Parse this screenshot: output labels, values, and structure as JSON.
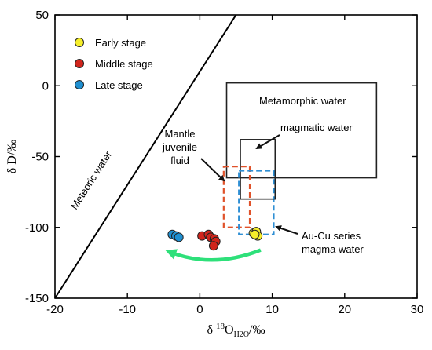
{
  "chart_data": {
    "type": "scatter",
    "xlabel_prefix": "δ ",
    "xlabel_sup": "18",
    "xlabel_main": "O",
    "xlabel_sub": "H2O",
    "xlabel_suffix": "/‰",
    "ylabel": "δ D/‰",
    "xlim": [
      -20,
      30
    ],
    "ylim": [
      -150,
      50
    ],
    "xticks": [
      -20,
      -10,
      0,
      10,
      20,
      30
    ],
    "yticks": [
      50,
      0,
      -50,
      -100,
      -150
    ],
    "legend": {
      "placement": "top-left",
      "entries": [
        {
          "label": "Early stage",
          "color": "#f5ee2a"
        },
        {
          "label": "Middle stage",
          "color": "#d0251c"
        },
        {
          "label": "Late stage",
          "color": "#1f8fd0"
        }
      ]
    },
    "series": [
      {
        "name": "Early stage",
        "color": "#f5ee2a",
        "points": [
          [
            7.4,
            -104
          ],
          [
            7.8,
            -103
          ],
          [
            8.0,
            -106
          ],
          [
            7.6,
            -105
          ]
        ]
      },
      {
        "name": "Middle stage",
        "color": "#d0251c",
        "points": [
          [
            0.3,
            -106
          ],
          [
            1.2,
            -105
          ],
          [
            1.5,
            -107
          ],
          [
            2.0,
            -108
          ],
          [
            2.2,
            -110
          ],
          [
            1.9,
            -113
          ]
        ]
      },
      {
        "name": "Late stage",
        "color": "#1f8fd0",
        "points": [
          [
            -3.8,
            -105
          ],
          [
            -3.3,
            -106
          ],
          [
            -2.9,
            -107
          ]
        ]
      }
    ],
    "meteoric_line": {
      "label": "Meteoric water",
      "from": [
        -20,
        -150
      ],
      "to": [
        5,
        50
      ]
    },
    "regions": [
      {
        "name": "metamorphic-water-box",
        "label": "Metamorphic water",
        "style": "solid",
        "color": "#222222",
        "x": [
          3.7,
          24.4
        ],
        "y": [
          -65,
          2
        ]
      },
      {
        "name": "magmatic-water-box",
        "label": "magmatic water",
        "style": "solid",
        "color": "#222222",
        "x": [
          5.6,
          10.4
        ],
        "y": [
          -80,
          -38
        ]
      },
      {
        "name": "mantle-juvenile-box",
        "label": "Mantle juvenile fluid",
        "style": "dashed",
        "color": "#e0522a",
        "x": [
          3.3,
          6.9
        ],
        "y": [
          -100,
          -57
        ]
      },
      {
        "name": "au-cu-magma-box",
        "label": "Au-Cu series magma water",
        "style": "dashed",
        "color": "#2e8fd4",
        "x": [
          5.4,
          10.2
        ],
        "y": [
          -105,
          -60
        ]
      }
    ],
    "annotations": {
      "metamorphic": "Metamorphic water",
      "magmatic": "magmatic water",
      "mantle": [
        "Mantle",
        "juvenile",
        "fluid"
      ],
      "aucu": [
        "Au-Cu series",
        "magma water"
      ]
    },
    "trend_arrow": {
      "color": "#2ee07a",
      "from": [
        8.4,
        -116
      ],
      "to": [
        -4.7,
        -117
      ]
    }
  }
}
